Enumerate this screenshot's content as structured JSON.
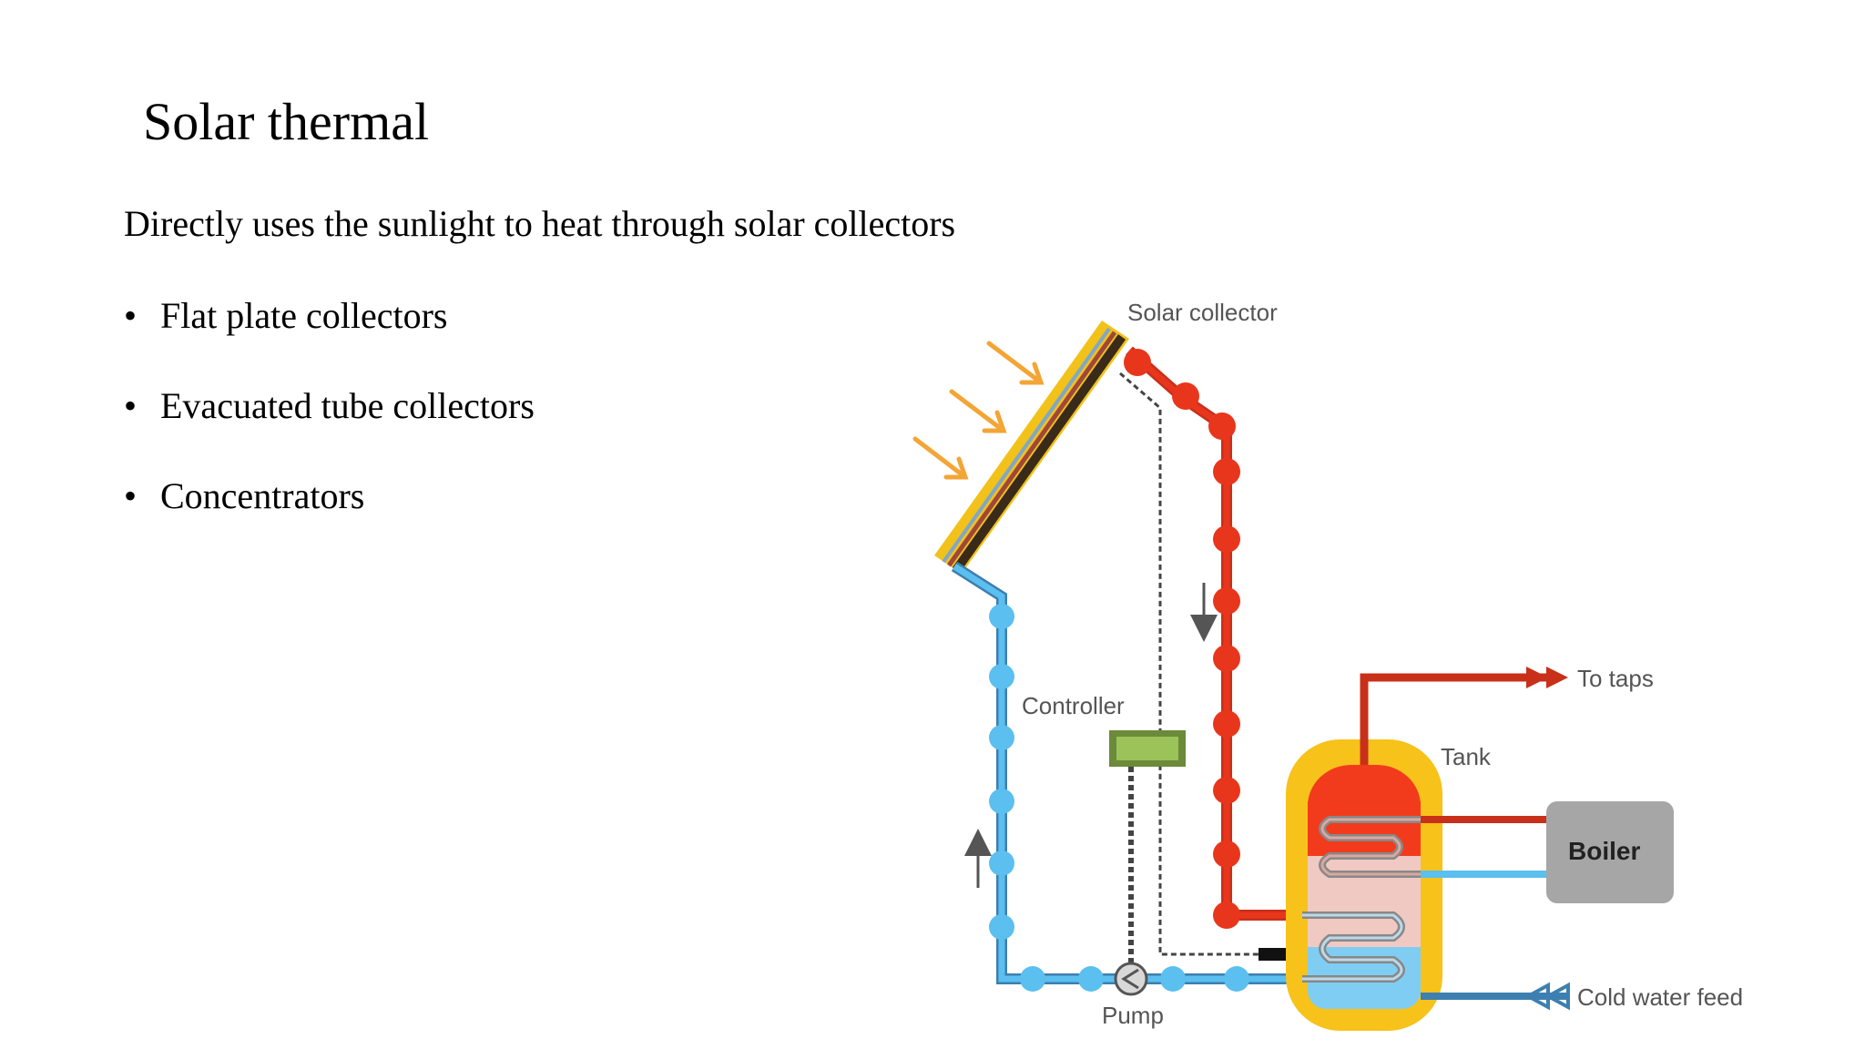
{
  "slide": {
    "title": "Solar thermal",
    "subtitle": "Directly uses the sunlight to heat through solar collectors",
    "bullets": [
      {
        "text": "Flat plate collectors"
      },
      {
        "text": "Evacuated tube collectors"
      },
      {
        "text": "Concentrators"
      }
    ],
    "bullet_glyph": "•"
  },
  "diagram": {
    "labels": {
      "solar_collector": "Solar collector",
      "controller": "Controller",
      "tank": "Tank",
      "to_taps": "To taps",
      "boiler": "Boiler",
      "pump": "Pump",
      "cold_water_feed": "Cold water feed"
    },
    "colors": {
      "hot": "#e8361c",
      "cold": "#5bbfef",
      "tank_shell": "#f7c21a",
      "boiler": "#a6a6a6",
      "sun_arrow": "#f3a535",
      "controller": "#8ab04a"
    }
  }
}
